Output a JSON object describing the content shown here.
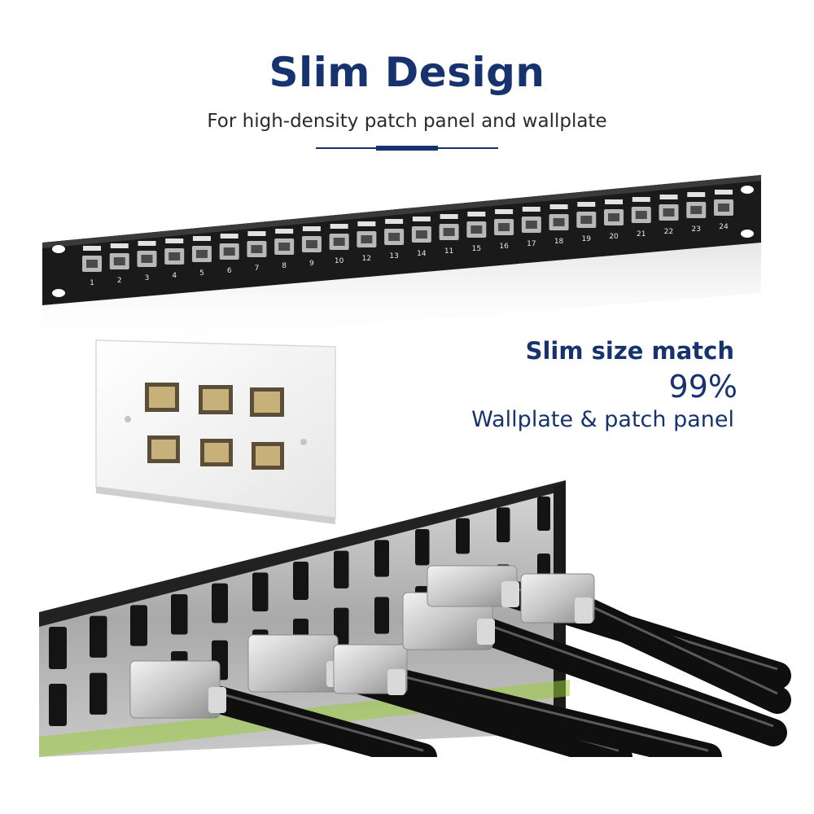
{
  "header": {
    "title": "Slim Design",
    "subtitle": "For high-density patch panel and wallplate"
  },
  "patch_panel": {
    "port_labels": [
      "1",
      "2",
      "3",
      "4",
      "5",
      "6",
      "7",
      "8",
      "9",
      "10",
      "12",
      "13",
      "14",
      "11",
      "15",
      "16",
      "17",
      "18",
      "19",
      "20",
      "21",
      "22",
      "23",
      "24"
    ]
  },
  "callout": {
    "line1": "Slim size match",
    "line2": "99%",
    "line3": "Wallplate & patch panel"
  },
  "colors": {
    "brand_navy": "#16336f",
    "panel_black": "#1a1a1a",
    "port_grey": "#b8b8b8"
  }
}
